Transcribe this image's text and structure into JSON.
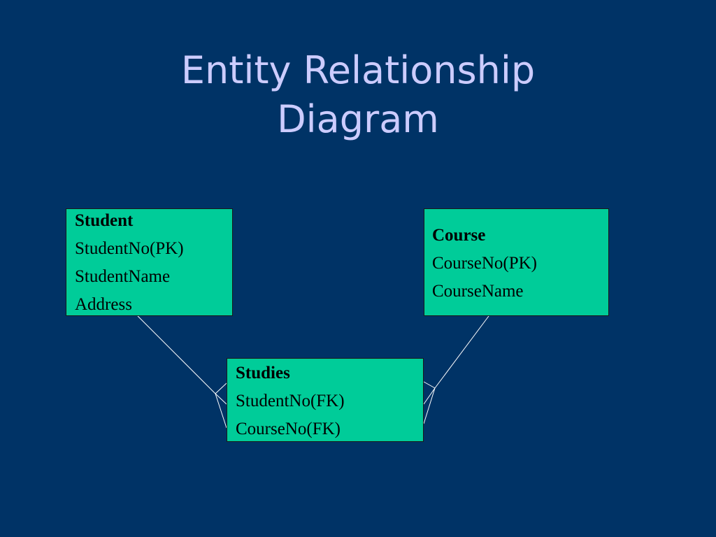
{
  "slide": {
    "title_line1": "Entity Relationship",
    "title_line2": "Diagram"
  },
  "entities": {
    "student": {
      "name": "Student",
      "attributes": [
        "StudentNo(PK)",
        "StudentName",
        "Address"
      ]
    },
    "course": {
      "name": "Course",
      "attributes": [
        "CourseNo(PK)",
        "CourseName"
      ]
    },
    "studies": {
      "name": "Studies",
      "attributes": [
        "StudentNo(FK)",
        "CourseNo(FK)"
      ]
    }
  },
  "relationships": [
    {
      "from": "Student",
      "to": "Studies",
      "cardinality": "one-to-many"
    },
    {
      "from": "Course",
      "to": "Studies",
      "cardinality": "one-to-many"
    }
  ],
  "colors": {
    "background": "#003366",
    "title": "#CCCCFF",
    "entity_fill": "#00CC99",
    "connector": "#FFFFFF"
  }
}
